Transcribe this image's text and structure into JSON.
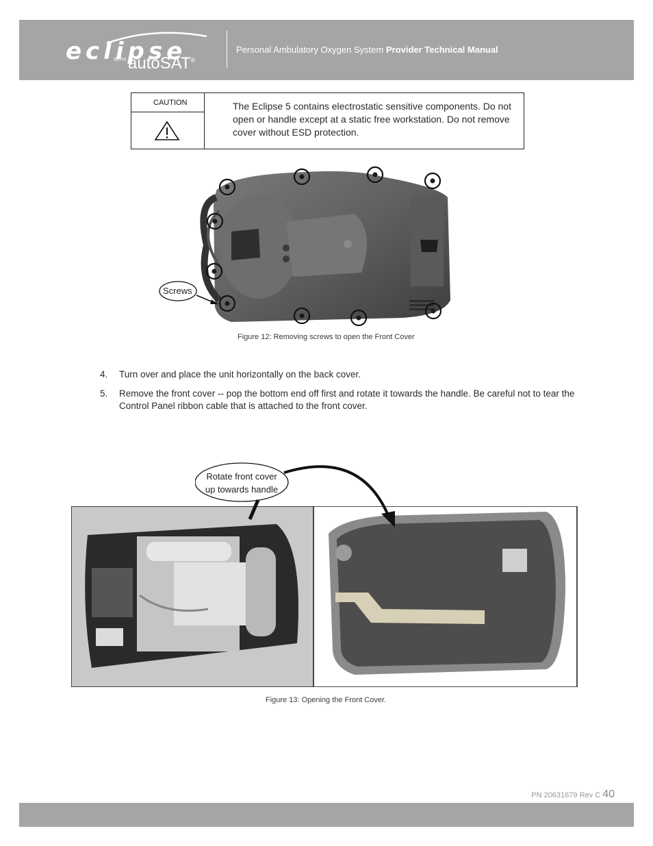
{
  "header": {
    "brand": "eclipse",
    "brand_with": "WITH",
    "brand_sub": "autoSAT",
    "brand_reg": "®",
    "title_regular": "Personal Ambulatory Oxygen System ",
    "title_bold": "Provider Technical Manual"
  },
  "caution": {
    "label": "CAUTION",
    "text": "The Eclipse 5 contains electrostatic sensitive components. Do not open or handle except at a static free workstation. Do not remove cover without ESD protection."
  },
  "figure12": {
    "callout": "Screws",
    "caption": "Figure 12: Removing screws to open the Front Cover"
  },
  "steps": [
    {
      "num": "4.",
      "text": "Turn over and place the unit horizontally on the back cover."
    },
    {
      "num": "5.",
      "text": "Remove the front cover -- pop the bottom end off first and rotate it towards the handle. Be careful not to tear the Control Panel ribbon cable that is attached to the front cover."
    }
  ],
  "figure13": {
    "callout_line1": "Rotate front cover",
    "callout_line2": "up towards handle",
    "caption": "Figure 13:  Opening the Front Cover."
  },
  "footer": {
    "pn": "PN 20631679 Rev C",
    "page": "40"
  }
}
